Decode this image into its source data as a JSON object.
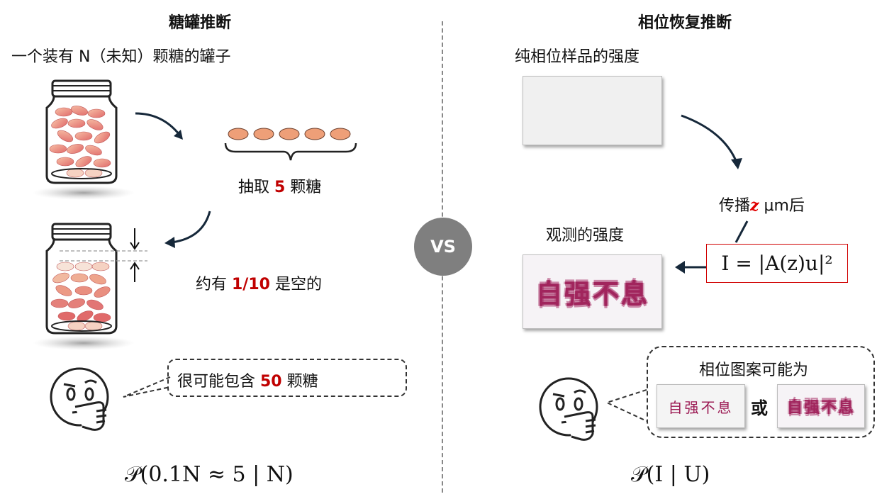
{
  "left": {
    "title": "糖罐推断",
    "intro": "一个装有 N（未知）颗糖的罐子",
    "draw_prefix": "抽取 ",
    "draw_number": "5",
    "draw_suffix": " 颗糖",
    "empty_prefix": "约有 ",
    "empty_fraction": "1/10",
    "empty_suffix": " 是空的",
    "guess_prefix": "很可能包含 ",
    "guess_number": "50",
    "guess_suffix": " 颗糖",
    "formula": "𝒫(0.1N ≈ 5  |  N)"
  },
  "divider_label": "VS",
  "right": {
    "title": "相位恢复推断",
    "intro": "纯相位样品的强度",
    "propagate_prefix": "传播",
    "propagate_var": "z",
    "propagate_suffix": " μm后",
    "observed_label": "观测的强度",
    "equation": "I = |A(z)u|²",
    "bubble_title": "相位图案可能为",
    "pattern_text": "自强不息",
    "or_label": "或",
    "formula": "𝒫(I  |  U)"
  },
  "colors": {
    "accent_red": "#c00000",
    "candy": "#ee9f78",
    "pattern": "#9c1b54",
    "arrow": "#16283a"
  }
}
